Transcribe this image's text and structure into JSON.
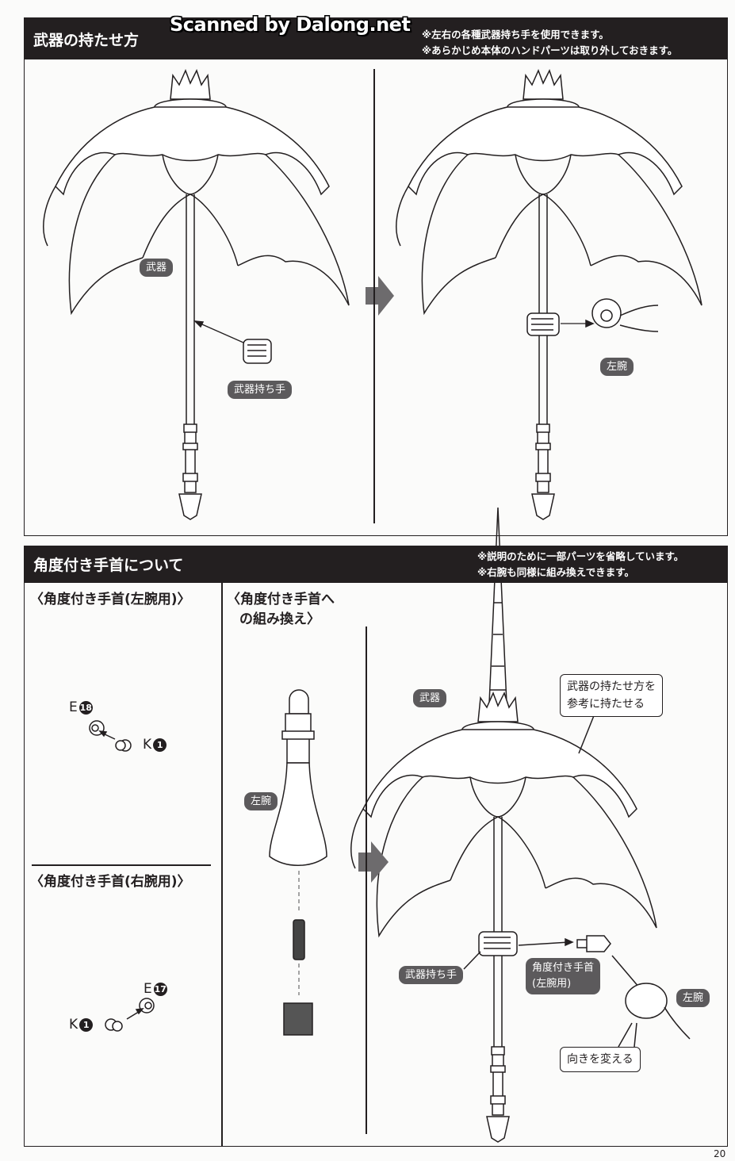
{
  "watermark": "Scanned by Dalong.net",
  "section1": {
    "title": "武器の持たせ方",
    "notes": [
      "※左右の各種武器持ち手を使用できます。",
      "※あらかじめ本体のハンドパーツは取り外しておきます。"
    ],
    "labels": {
      "weapon": "武器",
      "weapon_hand": "武器持ち手",
      "left_arm": "左腕"
    }
  },
  "section2": {
    "title": "角度付き手首について",
    "notes": [
      "※説明のために一部パーツを省略しています。",
      "※右腕も同様に組み換えできます。"
    ],
    "left_arm_heading": "〈角度付き手首(左腕用)〉",
    "swap_heading_line1": "〈角度付き手首へ",
    "swap_heading_line2": "の組み換え〉",
    "right_arm_heading": "〈角度付き手首(右腕用)〉",
    "parts": {
      "e18_letter": "E",
      "e18_num": "18",
      "k1a_letter": "K",
      "k1a_num": "1",
      "e17_letter": "E",
      "e17_num": "17",
      "k1b_letter": "K",
      "k1b_num": "1"
    },
    "labels": {
      "left_arm": "左腕",
      "weapon": "武器",
      "weapon_hand": "武器持ち手",
      "angled_wrist_line1": "角度付き手首",
      "angled_wrist_line2": "(左腕用)",
      "left_arm_2": "左腕",
      "hold_ref_line1": "武器の持たせ方を",
      "hold_ref_line2": "参考に持たせる",
      "change_direction": "向きを変える"
    }
  },
  "page_number": "20",
  "colors": {
    "bar": "#231f20",
    "pill": "#5c5a5c",
    "arrow": "#6d6b6d"
  }
}
